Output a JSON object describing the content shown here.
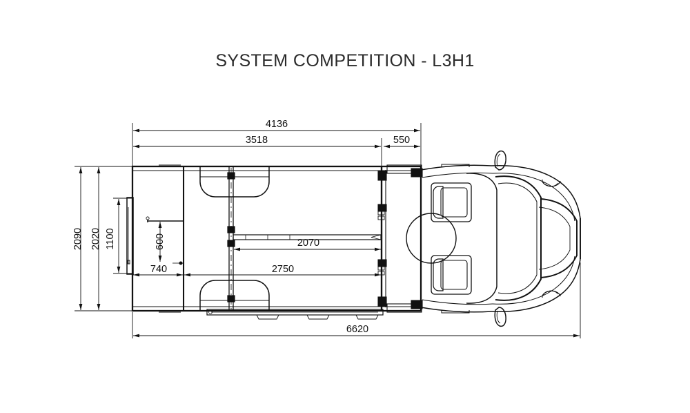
{
  "drawing": {
    "title": "SYSTEM COMPETITION - L3H1",
    "view": "vehicle-top-view-plan",
    "units": "mm",
    "background_color": "#ffffff",
    "line_color": "#111111"
  },
  "dimensions": {
    "top": [
      {
        "id": "overall-body-length",
        "label": "4136"
      },
      {
        "id": "cargo-area-length",
        "label": "3518"
      },
      {
        "id": "bulkhead-to-cab-offset",
        "label": "550"
      }
    ],
    "left": [
      {
        "id": "overall-width-with-mirrors-excl",
        "label": "2090"
      },
      {
        "id": "body-width",
        "label": "2020"
      },
      {
        "id": "rear-door-opening-width",
        "label": "1100"
      }
    ],
    "interior": [
      {
        "id": "rear-door-to-partition",
        "label": "740"
      },
      {
        "id": "partition-offset-vertical",
        "label": "600"
      },
      {
        "id": "load-length-upper",
        "label": "2070"
      },
      {
        "id": "load-length-lower",
        "label": "2750"
      }
    ],
    "bottom": [
      {
        "id": "overall-vehicle-length",
        "label": "6620"
      }
    ]
  }
}
